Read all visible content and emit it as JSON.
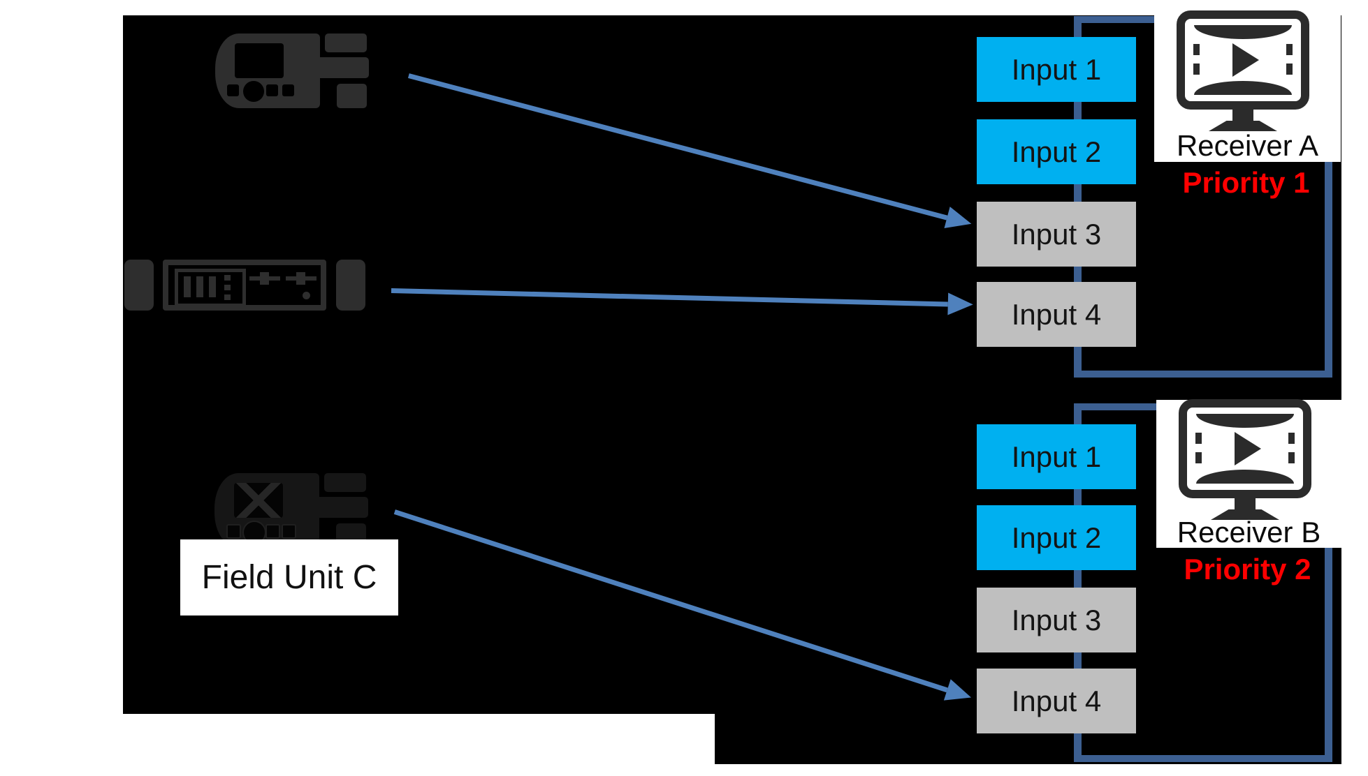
{
  "colors": {
    "input_active": "#00b0f0",
    "input_inactive": "#bfbfbf",
    "bus_line": "#3c5f91",
    "arrow": "#4f81bd",
    "priority_red": "#ff0000",
    "panel_bg": "#000000"
  },
  "field_units": [
    {
      "id": "unit-top",
      "icon": "portable-transmitter-icon",
      "label": ""
    },
    {
      "id": "unit-middle",
      "icon": "rack-receiver-icon",
      "label": ""
    },
    {
      "id": "unit-c",
      "icon": "portable-transmitter-icon",
      "label": "Field Unit C"
    }
  ],
  "receivers": [
    {
      "name": "Receiver A",
      "priority_label": "Priority 1",
      "icon": "video-monitor-icon",
      "inputs": [
        {
          "label": "Input 1",
          "active": true
        },
        {
          "label": "Input 2",
          "active": true
        },
        {
          "label": "Input 3",
          "active": false
        },
        {
          "label": "Input 4",
          "active": false
        }
      ]
    },
    {
      "name": "Receiver B",
      "priority_label": "Priority 2",
      "icon": "video-monitor-icon",
      "inputs": [
        {
          "label": "Input 1",
          "active": true
        },
        {
          "label": "Input 2",
          "active": true
        },
        {
          "label": "Input 3",
          "active": false
        },
        {
          "label": "Input 4",
          "active": false
        }
      ]
    }
  ],
  "connections": [
    {
      "from": "unit-top",
      "to": "Receiver A Input 3"
    },
    {
      "from": "unit-middle",
      "to": "Receiver A Input 4"
    },
    {
      "from": "unit-c",
      "to": "Receiver B Input 4"
    }
  ]
}
